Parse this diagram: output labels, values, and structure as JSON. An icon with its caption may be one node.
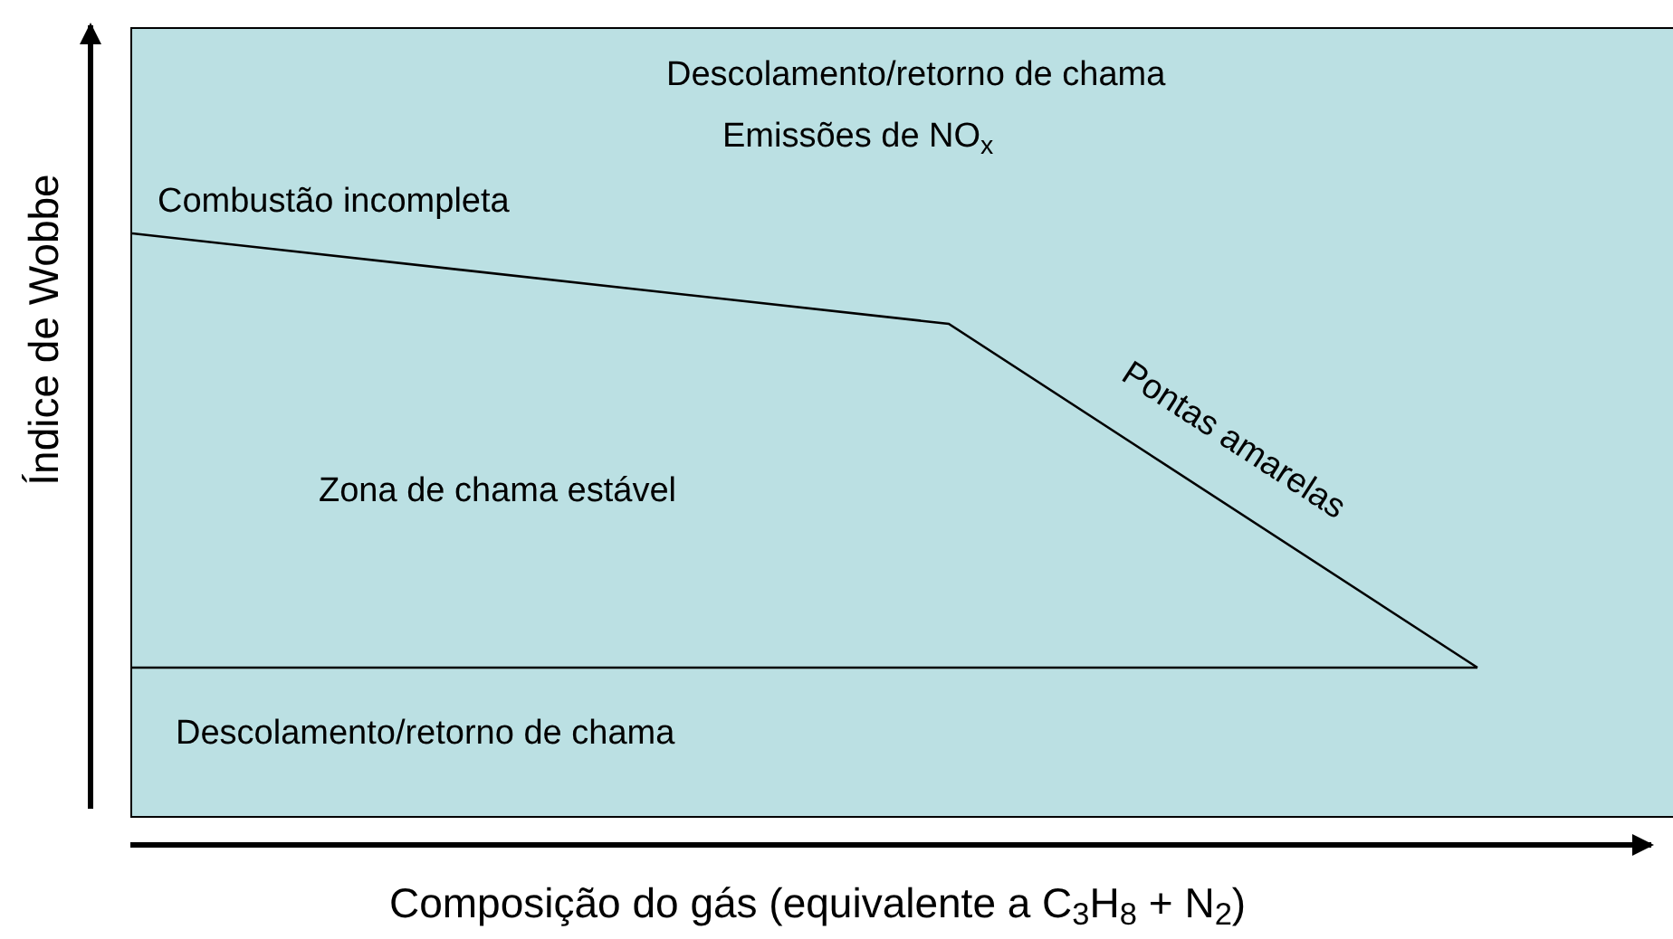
{
  "diagram": {
    "nodes": [
      {
        "text": [
          "Descolamento/retorno de chama",
          "Emissões de NO$_{x}$",
          "Combustão incompleta",
          "Zona de chama estável",
          "Pontas amarelas",
          "Descolamento/retorno de chama"
        ]
      }
    ],
    "edges": [],
    "labels": [
      "Índice de Wobbe",
      "Composição do gás (equivalente a C$_{3}$H$_{8}$ + N$_{2}$)"
    ]
  }
}
